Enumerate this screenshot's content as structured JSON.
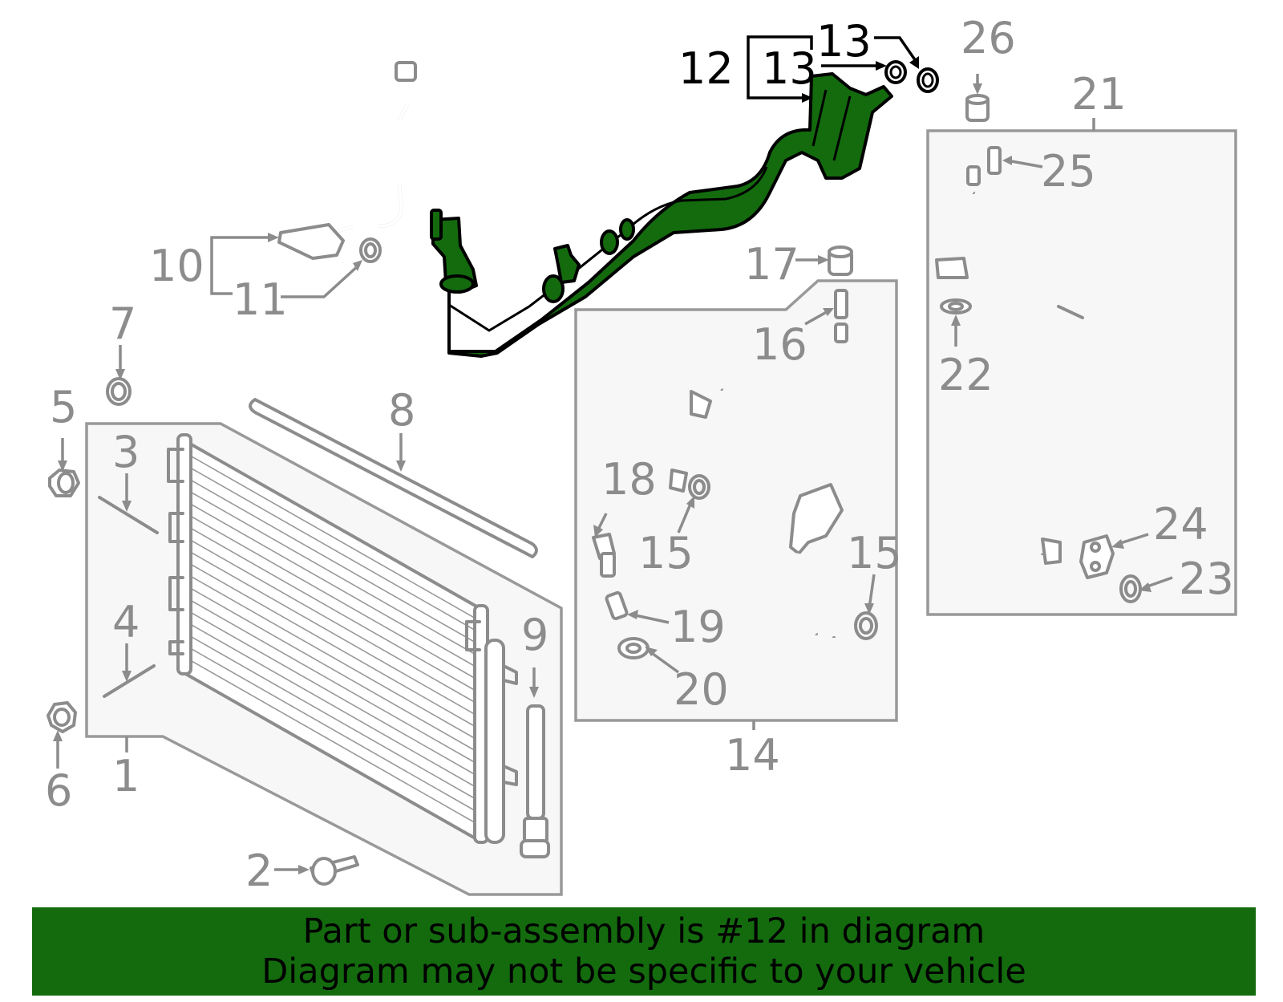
{
  "colors": {
    "highlight": "#136b0e",
    "part_gray": "#8c8c8c",
    "box_fill": "#f7f7f7",
    "label_highlight": "#000000"
  },
  "callouts": {
    "c1": "1",
    "c2": "2",
    "c3": "3",
    "c4": "4",
    "c5": "5",
    "c6": "6",
    "c7": "7",
    "c8": "8",
    "c9": "9",
    "c10": "10",
    "c11": "11",
    "c12": "12",
    "c13a": "13",
    "c13b": "13",
    "c14": "14",
    "c15a": "15",
    "c15b": "15",
    "c16": "16",
    "c17": "17",
    "c18": "18",
    "c19": "19",
    "c20": "20",
    "c21": "21",
    "c22": "22",
    "c23": "23",
    "c24": "24",
    "c25": "25",
    "c26": "26"
  },
  "highlighted_part": "12",
  "banner": {
    "line1": "Part or sub-assembly is #12 in diagram",
    "line2": "Diagram may not be specific to your vehicle"
  }
}
